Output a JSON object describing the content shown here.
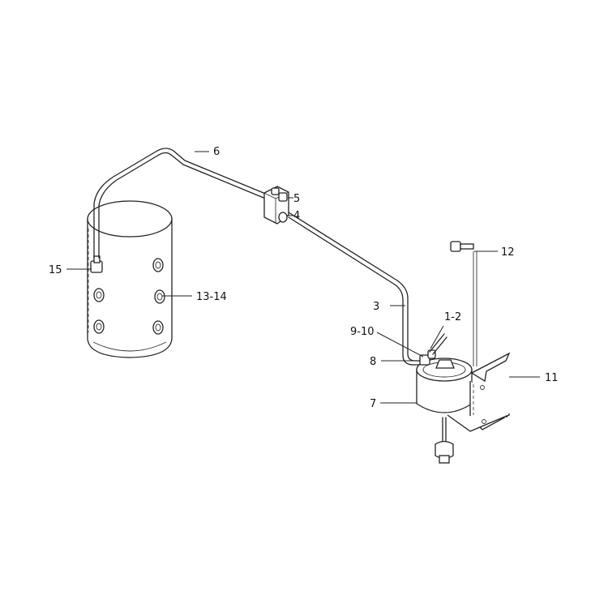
{
  "labels": {
    "l1_2": "1-2",
    "l3": "3",
    "l4": "4",
    "l5": "5",
    "l6": "6",
    "l7": "7",
    "l8": "8",
    "l9_10": "9-10",
    "l11": "11",
    "l12": "12",
    "l13_14": "13-14",
    "l15": "15"
  }
}
